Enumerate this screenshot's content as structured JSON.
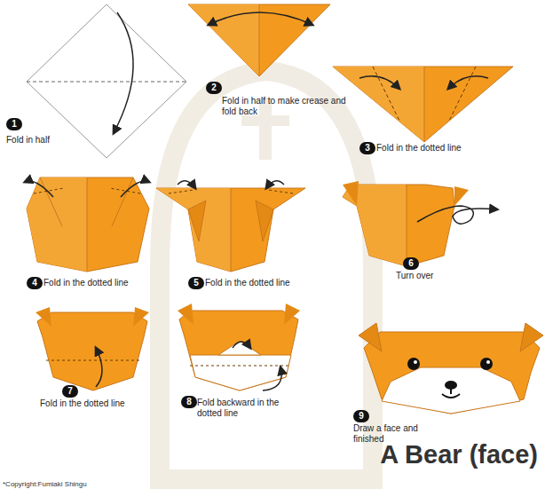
{
  "diagram": {
    "title": "A Bear (face)",
    "labels": [
      "1",
      "Fold in half",
      "2",
      "Fold in half to make crease and fold back",
      "3",
      "Fold in the dotted line",
      "4",
      "Fold in the dotted line",
      "5",
      "Fold in the dotted line",
      "6",
      "Turn over",
      "7",
      "Fold in the dotted line",
      "8",
      "Fold backward in the dotted line",
      "9",
      "Draw a face and finished",
      "*Copyright:Fumiaki Shingu"
    ]
  }
}
